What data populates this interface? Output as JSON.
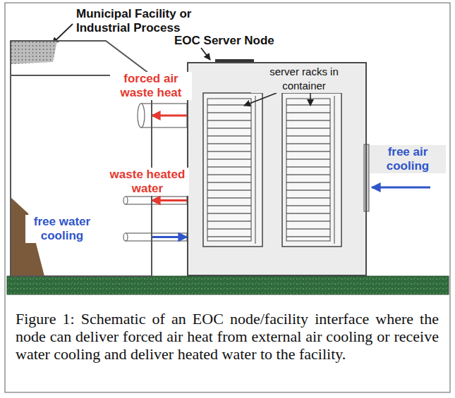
{
  "diagram": {
    "caption": "Figure 1: Schematic of an EOC node/facility interface where the node can deliver forced air heat from external air cooling or receive water cooling and deliver heated water to the facility.",
    "nodes": [
      {
        "text": [
          "Municipal Facility or Industrial Process"
        ]
      },
      {
        "text": [
          "EOC Server Node"
        ]
      }
    ],
    "edges": [
      {
        "from": 1,
        "to": 0,
        "arrow": "to",
        "label": "forced air waste heat"
      },
      {
        "from": 1,
        "to": 0,
        "arrow": "to",
        "label": "waste heated water"
      },
      {
        "from": 0,
        "to": 1,
        "arrow": "to",
        "label": "free water cooling"
      }
    ],
    "labels": [
      "server racks in container",
      "free air cooling"
    ]
  }
}
